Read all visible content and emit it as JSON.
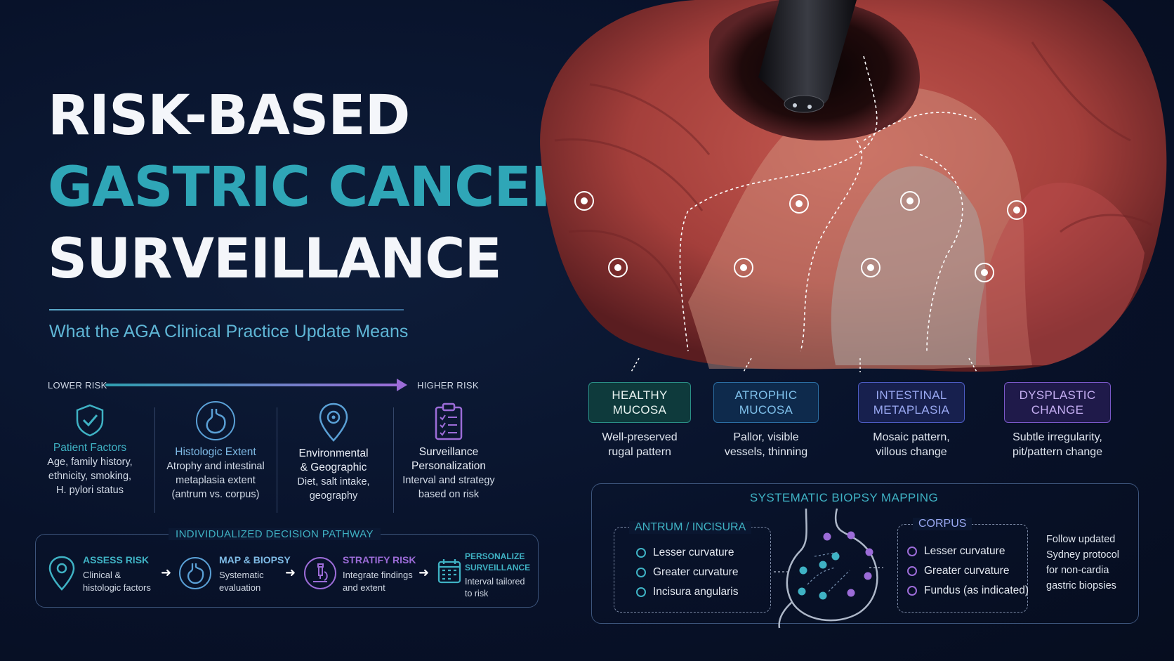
{
  "title": {
    "line1": "RISK-BASED",
    "line2": "GASTRIC CANCER",
    "line3": "SURVEILLANCE",
    "subtitle": "What the AGA Clinical Practice Update Means"
  },
  "risk_scale": {
    "low": "LOWER RISK",
    "high": "HIGHER RISK"
  },
  "factors": [
    {
      "icon": "shield-check-icon",
      "name": "Patient Factors",
      "desc": [
        "Age, family history,",
        "ethnicity, smoking,",
        "H. pylori status"
      ]
    },
    {
      "icon": "stomach-icon",
      "name": "Histologic Extent",
      "desc": [
        "Atrophy and intestinal",
        "metaplasia extent",
        "(antrum vs. corpus)"
      ]
    },
    {
      "icon": "location-pin-icon",
      "name": "Environmental\n& Geographic",
      "desc": [
        "Diet, salt intake,",
        "geography"
      ]
    },
    {
      "icon": "clipboard-checklist-icon",
      "name": "Surveillance\nPersonalization",
      "desc": [
        "Interval and strategy",
        "based on risk"
      ]
    }
  ],
  "pathway": {
    "title": "INDIVIDUALIZED DECISION PATHWAY",
    "steps": [
      {
        "icon": "location-pin-icon",
        "title": "ASSESS RISK",
        "desc": [
          "Clinical &",
          "histologic factors"
        ],
        "color": "#3fb2c4"
      },
      {
        "icon": "stomach-icon",
        "title": "MAP & BIOPSY",
        "desc": [
          "Systematic",
          "evaluation"
        ],
        "color": "#5aa0d6"
      },
      {
        "icon": "microscope-icon",
        "title": "STRATIFY RISK",
        "desc": [
          "Integrate findings",
          "and extent"
        ],
        "color": "#9c6cd8"
      },
      {
        "icon": "calendar-icon",
        "title": "PERSONALIZE SURVEILLANCE",
        "desc": [
          "Interval tailored",
          "to risk"
        ],
        "color": "#3fb2c4"
      }
    ]
  },
  "zones": [
    {
      "label": "HEALTHY MUCOSA",
      "desc": [
        "Well-preserved",
        "rugal pattern"
      ],
      "border": "#2a8f86",
      "bg": "#0e3a3c",
      "text": "#e9f4f2"
    },
    {
      "label": "ATROPHIC MUCOSA",
      "desc": [
        "Pallor, visible",
        "vessels, thinning"
      ],
      "border": "#2b6ea3",
      "bg": "#0e2a4c",
      "text": "#7fc0ea"
    },
    {
      "label": "INTESTINAL METAPLASIA",
      "desc": [
        "Mosaic pattern,",
        "villous change"
      ],
      "border": "#4c5bc2",
      "bg": "#17204e",
      "text": "#9aa9f2"
    },
    {
      "label": "DYSPLASTIC CHANGE",
      "desc": [
        "Subtle irregularity,",
        "pit/pattern change"
      ],
      "border": "#7a58c9",
      "bg": "#1f1a4a",
      "text": "#c4aef2"
    }
  ],
  "biopsy": {
    "title": "SYSTEMATIC BIOPSY MAPPING",
    "antrum": {
      "label": "ANTRUM / INCISURA",
      "items": [
        "Lesser curvature",
        "Greater curvature",
        "Incisura angularis"
      ],
      "color": "#3fb2c4"
    },
    "corpus": {
      "label": "CORPUS",
      "items": [
        "Lesser curvature",
        "Greater curvature",
        "Fundus (as indicated)"
      ],
      "color": "#9c6cd8"
    },
    "note": [
      "Follow updated",
      "Sydney protocol",
      "for non-cardia",
      "gastric biopsies"
    ]
  }
}
